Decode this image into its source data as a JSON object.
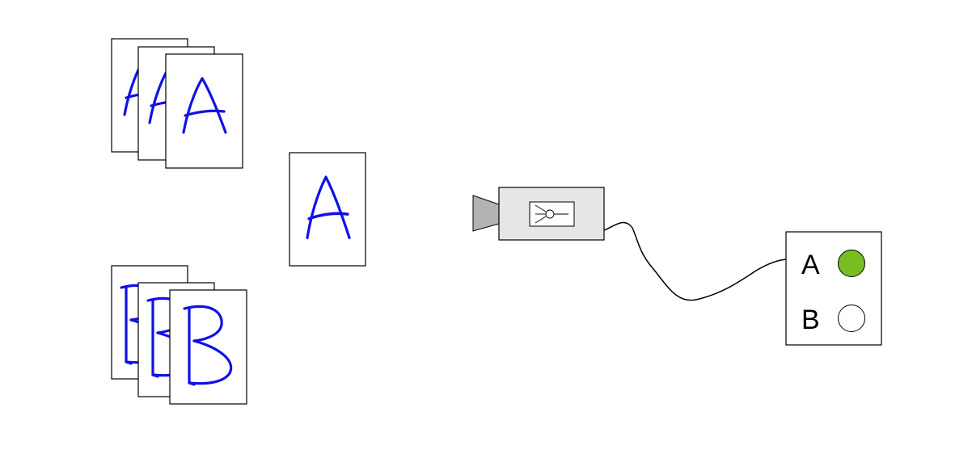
{
  "indicator": {
    "lamps": [
      {
        "label": "A",
        "state": "on",
        "color": "#78be20"
      },
      {
        "label": "B",
        "state": "off",
        "color": "#ffffff"
      }
    ]
  },
  "colors": {
    "handwriting": "#1010e8",
    "camera_body": "#e6e6e6",
    "camera_lens": "#b3b3b3"
  }
}
